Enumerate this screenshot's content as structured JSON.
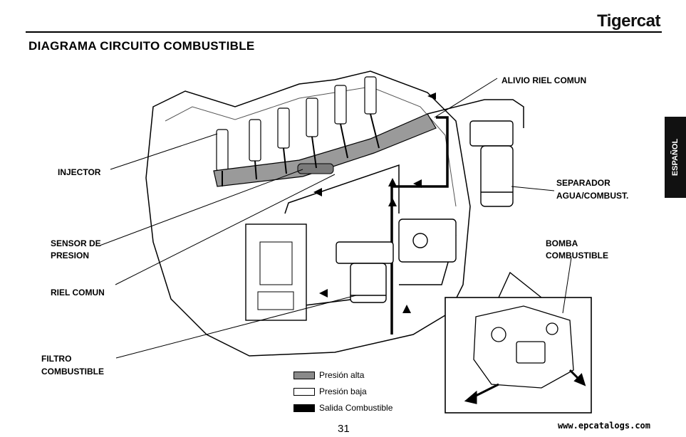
{
  "brand": "Tigercat",
  "title": "DIAGRAMA CIRCUITO COMBUSTIBLE",
  "side_tab": "ESPAÑOL",
  "labels": {
    "alivio": "ALIVIO RIEL COMUN",
    "injector": "INJECTOR",
    "separador_1": "SEPARADOR",
    "separador_2": "AGUA/COMBUST.",
    "sensor_1": "SENSOR DE",
    "sensor_2": "PRESION",
    "bomba_1": "BOMBA",
    "bomba_2": "COMBUSTIBLE",
    "riel": "RIEL COMUN",
    "filtro_1": "FILTRO",
    "filtro_2": "COMBUSTIBLE"
  },
  "legend": [
    {
      "label": "Presión alta",
      "color": "#8a8a8a"
    },
    {
      "label": "Presión baja",
      "color": "#ffffff"
    },
    {
      "label": "Salida Combustible",
      "color": "#000000"
    }
  ],
  "page_number": "31",
  "watermark": "www.epcatalogs.com"
}
